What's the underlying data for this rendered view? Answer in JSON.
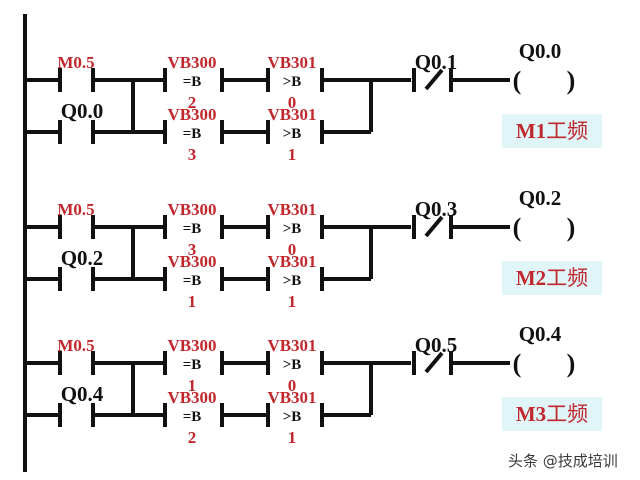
{
  "colors": {
    "wire": "#111111",
    "address_red": "#c0282e",
    "label_black": "#111111",
    "mode_box_bg": "#dff5f8"
  },
  "rungs": [
    {
      "enable_contact": "M0.5",
      "seal_contact": "Q0.0",
      "compares": [
        [
          {
            "operand1": "VB300",
            "op": "=B",
            "operand2": "2"
          },
          {
            "operand1": "VB301",
            "op": ">B",
            "operand2": "0"
          }
        ],
        [
          {
            "operand1": "VB300",
            "op": "=B",
            "operand2": "3"
          },
          {
            "operand1": "VB301",
            "op": ">B",
            "operand2": "1"
          }
        ]
      ],
      "interlock_nc_contact": "Q0.1",
      "coil": "Q0.0",
      "mode_label_prefix": "M1",
      "mode_label_suffix": "工频"
    },
    {
      "enable_contact": "M0.5",
      "seal_contact": "Q0.2",
      "compares": [
        [
          {
            "operand1": "VB300",
            "op": "=B",
            "operand2": "3"
          },
          {
            "operand1": "VB301",
            "op": ">B",
            "operand2": "0"
          }
        ],
        [
          {
            "operand1": "VB300",
            "op": "=B",
            "operand2": "1"
          },
          {
            "operand1": "VB301",
            "op": ">B",
            "operand2": "1"
          }
        ]
      ],
      "interlock_nc_contact": "Q0.3",
      "coil": "Q0.2",
      "mode_label_prefix": "M2",
      "mode_label_suffix": "工频"
    },
    {
      "enable_contact": "M0.5",
      "seal_contact": "Q0.4",
      "compares": [
        [
          {
            "operand1": "VB300",
            "op": "=B",
            "operand2": "1"
          },
          {
            "operand1": "VB301",
            "op": ">B",
            "operand2": "0"
          }
        ],
        [
          {
            "operand1": "VB300",
            "op": "=B",
            "operand2": "2"
          },
          {
            "operand1": "VB301",
            "op": ">B",
            "operand2": "1"
          }
        ]
      ],
      "interlock_nc_contact": "Q0.5",
      "coil": "Q0.4",
      "mode_label_prefix": "M3",
      "mode_label_suffix": "工频"
    }
  ],
  "watermark": "头条 @技成培训"
}
